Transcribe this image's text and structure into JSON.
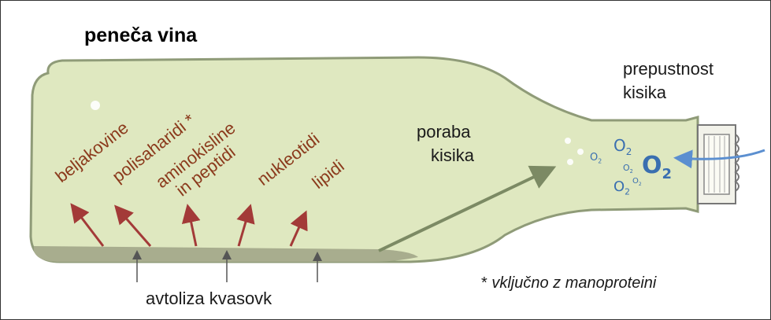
{
  "title": "peneča vina",
  "components": [
    {
      "label": "beljakovine"
    },
    {
      "label": "polisaharidi *"
    },
    {
      "label": "aminokisline",
      "label2": "in peptidi"
    },
    {
      "label": "nukleotidi"
    },
    {
      "label": "lipidi"
    }
  ],
  "oxygen_consumption": {
    "line1": "poraba",
    "line2": "kisika"
  },
  "oxygen_permeability": {
    "line1": "prepustnost",
    "line2": "kisika"
  },
  "bottom_label": "avtoliza kvasovk",
  "footnote": {
    "star": "* ",
    "text": "vključno z manoproteini"
  },
  "oxygen_symbol": "O",
  "oxygen_subscript": "2",
  "colors": {
    "bottle_fill": "#dfe8c0",
    "bottle_outline": "#8f9b78",
    "sediment": "#a8ad8e",
    "component_text": "#8b3a1c",
    "arrow_red": "#a33a38",
    "arrow_green": "#7c8a64",
    "oxygen_blue": "#3a6fb0"
  }
}
